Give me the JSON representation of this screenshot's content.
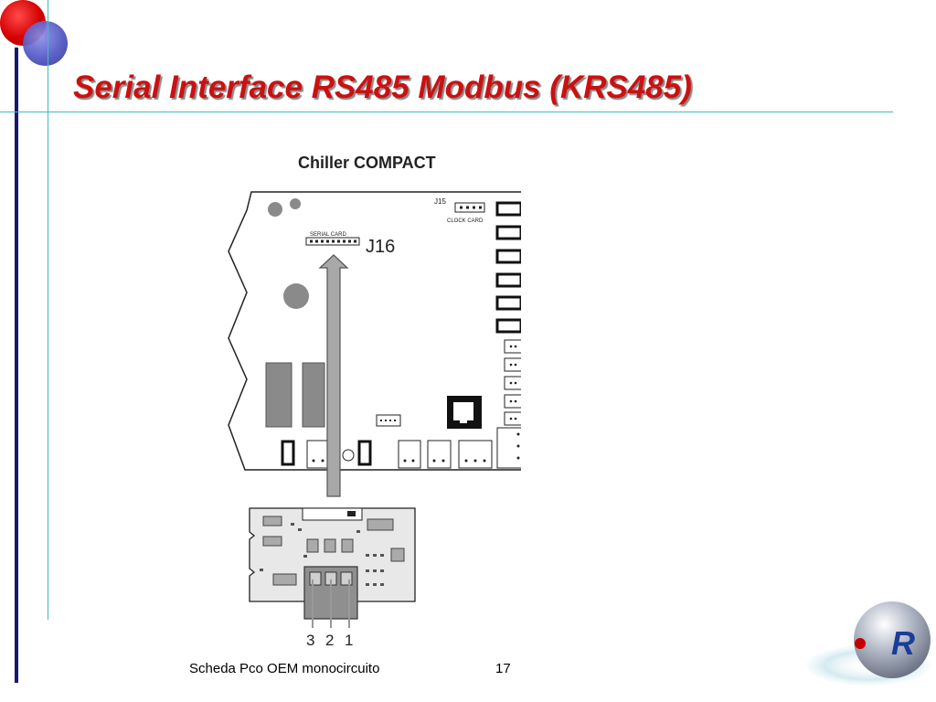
{
  "slide": {
    "title": "Serial Interface RS485 Modbus (KRS485)",
    "footer_text": "Scheda Pco OEM monocircuito",
    "page_number": "17"
  },
  "diagram": {
    "board_title": "Chiller COMPACT",
    "serial_card_label": "SERIAL CARD",
    "j16_label": "J16",
    "j15_label": "J15",
    "clock_card_label": "CLOCK CARD",
    "pin_labels": [
      "3",
      "2",
      "1"
    ]
  },
  "logo": {
    "letter": "R"
  },
  "colors": {
    "title_red": "#cc1010",
    "navy_rule": "#151a6b",
    "teal_rule": "#45b7c8",
    "arrow_gray": "#a8a8a8"
  }
}
